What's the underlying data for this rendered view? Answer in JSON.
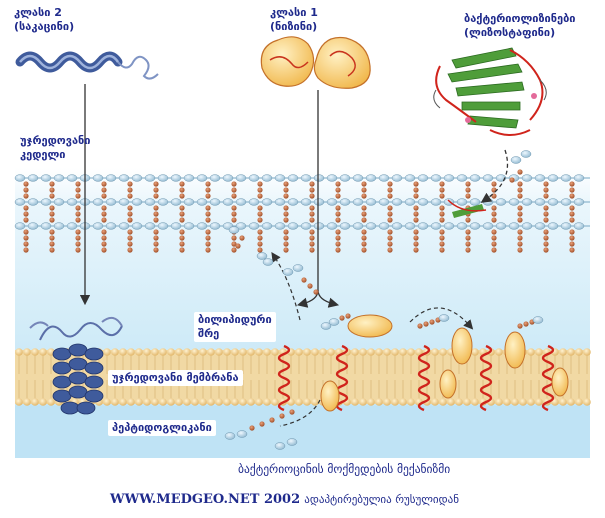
{
  "labels": {
    "class2_title": "კლასი 2",
    "class2_sub": "(საკაცინი)",
    "class1_title": "კლასი 1",
    "class1_sub": "(ნიზინი)",
    "bacteriolysins_title": "ბაქტერიოლიზინები",
    "bacteriolysins_sub": "(ლიზოსტაფინი)",
    "cell_wall_line1": "უჯრედოვანი",
    "cell_wall_line2": "კედელი",
    "lipid_bilayer_line1": "ბილიპიდური",
    "lipid_bilayer_line2": "შრე",
    "cell_membrane": "უჯრედოვანი მემბრანა",
    "peptidoglycan": "პეპტიდოგლიკანი"
  },
  "caption": "ბაქტერიოცინის მოქმედების მექანიზმი",
  "footer": {
    "site": "WWW.MEDGEO.NET 2002",
    "note": "ადაპტირებულია რუსულიდან"
  },
  "colors": {
    "label_text": "#1f2a8c",
    "membrane_band": "#f1d9a4",
    "lipid_head": "#e9c37a",
    "helix": "#d0241c",
    "cytoplasm": "#bfe3f5",
    "sugar_node": "#9ec6dc",
    "peptide_node": "#c0683a",
    "class2_protein": "#3f5b9c",
    "class1_protein": "#f6c35e",
    "lysin_sheet": "#4f9d3a"
  }
}
